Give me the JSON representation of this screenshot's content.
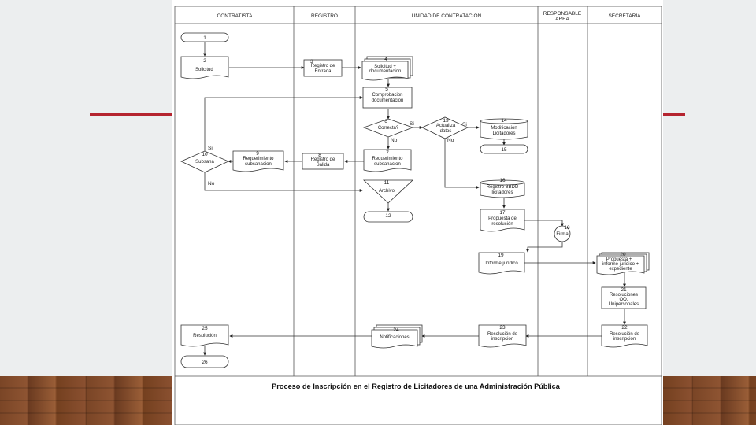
{
  "lanes": [
    "CONTRATISTA",
    "REGISTRO",
    "UNIDAD DE CONTRATACION",
    "RESPONSABLE AREA",
    "SECRETARÍA"
  ],
  "lane_responsable_lines": [
    "RESPONSABLE",
    "AREA"
  ],
  "nodes": {
    "n1": {
      "num": "1"
    },
    "n2": {
      "num": "2",
      "label": "Solicitud"
    },
    "n3": {
      "num": "3",
      "lines": [
        "Registro de",
        "Entrada"
      ]
    },
    "n4": {
      "num": "4",
      "lines": [
        "Solicitud +",
        "documentacion"
      ]
    },
    "n5": {
      "num": "5",
      "lines": [
        "Comprobacion",
        "documentacion"
      ]
    },
    "n6": {
      "num": "6",
      "label": "Correcta?"
    },
    "n7": {
      "num": "7",
      "lines": [
        "Requerimiento",
        "subsanacion"
      ]
    },
    "n8": {
      "num": "8",
      "lines": [
        "Registro de",
        "Salida"
      ]
    },
    "n9": {
      "num": "9",
      "lines": [
        "Requerimiento",
        "subsanacion"
      ]
    },
    "n10": {
      "num": "10",
      "label": "Subsana"
    },
    "n11": {
      "num": "11",
      "label": "Archivo"
    },
    "n12": {
      "num": "12"
    },
    "n13": {
      "num": "13",
      "lines": [
        "Actualiza",
        "datos"
      ]
    },
    "n14": {
      "num": "14",
      "lines": [
        "Modificacion",
        "Licitadores"
      ]
    },
    "n15": {
      "num": "15"
    },
    "n16": {
      "num": "16",
      "lines": [
        "Registro BBDD",
        "licitadores"
      ]
    },
    "n17": {
      "num": "17",
      "lines": [
        "Propuesta de",
        "resolución"
      ]
    },
    "n18": {
      "num": "18",
      "label": "Firma"
    },
    "n19": {
      "num": "19",
      "label": "Informe jurídico"
    },
    "n20": {
      "num": "20",
      "lines": [
        "Propuesta +",
        "informe jurídico +",
        "expediente"
      ]
    },
    "n21": {
      "num": "21",
      "lines": [
        "Resoluciones",
        "OO.",
        "Unipersonales"
      ]
    },
    "n22": {
      "num": "22",
      "lines": [
        "Resolución de",
        "inscripción"
      ]
    },
    "n23": {
      "num": "23",
      "lines": [
        "Resolución de",
        "inscripción"
      ]
    },
    "n24": {
      "num": "24",
      "label": "Notificaciones"
    },
    "n25": {
      "num": "25",
      "label": "Resolución"
    },
    "n26": {
      "num": "26"
    }
  },
  "edge_labels": {
    "si": "Si",
    "no": "No"
  },
  "caption": "Proceso de Inscripción en el Registro de Licitadores de una Administración Pública",
  "colors": {
    "accent_line": "#b5242f",
    "background": "#eceeef",
    "floor": "#7a4526"
  }
}
